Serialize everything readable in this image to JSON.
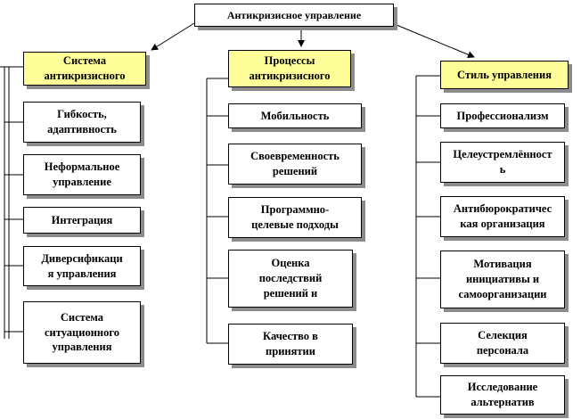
{
  "root": {
    "label": "Антикризисное управление"
  },
  "columns": [
    {
      "header": "Система\nантикризисного",
      "items": [
        "Гибкость,\nадаптивность",
        "Неформальное\nуправление",
        "Интеграция",
        "Диверсификаци\nя управления",
        "Система\nситуационного\nуправления"
      ]
    },
    {
      "header": "Процессы\nантикризисного",
      "items": [
        "Мобильность",
        "Своевременность\nрешений",
        "Программно-\nцелевые подходы",
        "Оценка\nпоследствий\nрешений и",
        "Качество в\nпринятии"
      ]
    },
    {
      "header": "Стиль управления",
      "items": [
        "Профессионализм",
        "Целеустремлённост\nь",
        "Антибюрократичес\nкая организация",
        "Мотивация\nинициативы и\nсамоорганизации",
        "Селекция\nперсонала",
        "Исследование\nальтернатив"
      ]
    }
  ],
  "colors": {
    "header_fill": "#ffff99",
    "shadow": "#8c8c8c",
    "line": "#000000"
  }
}
